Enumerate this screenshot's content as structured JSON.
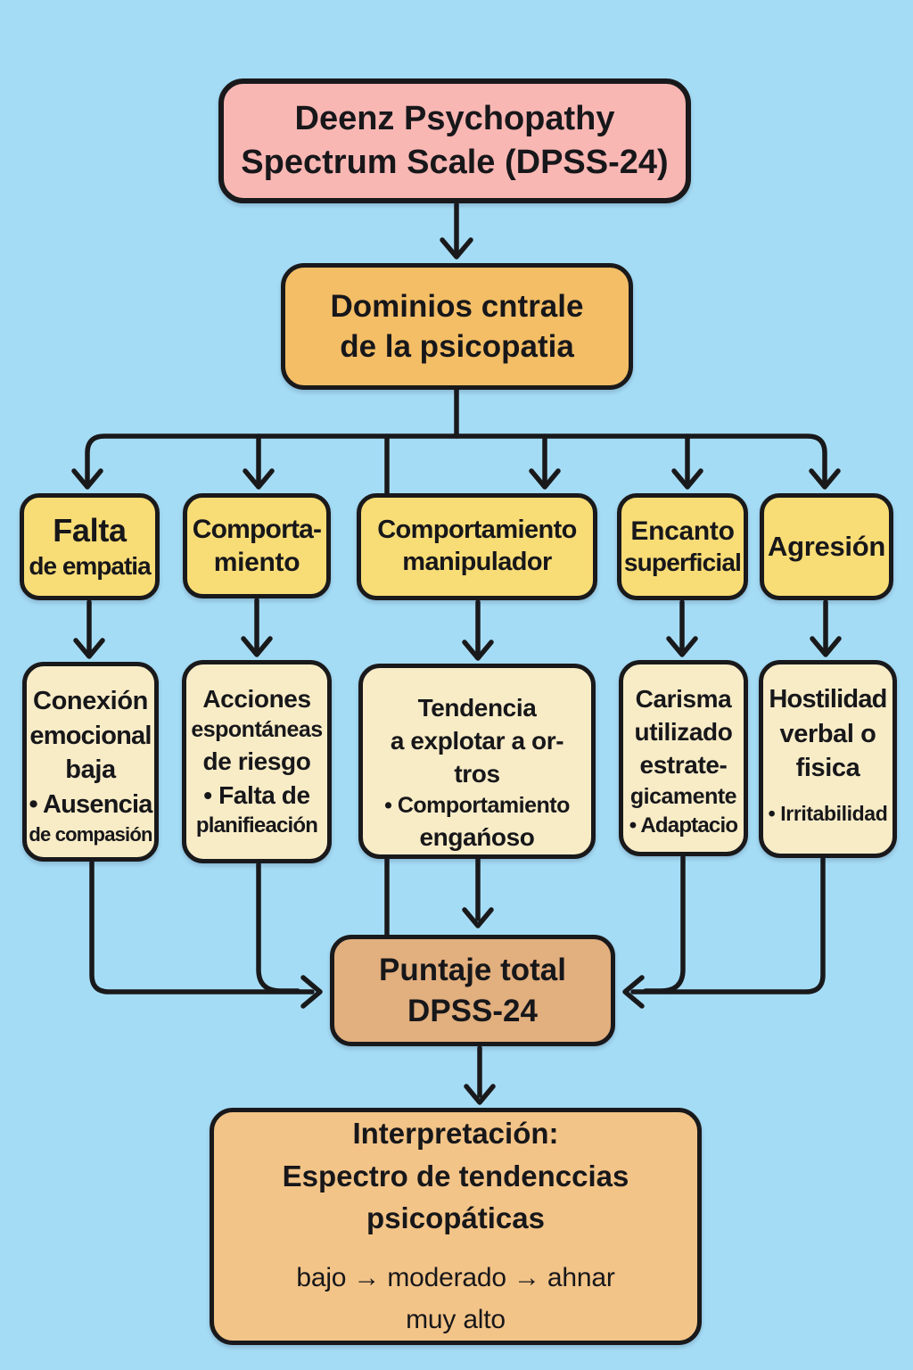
{
  "colors": {
    "bg": "#A5DCF5",
    "line": "#19191B",
    "text": "#17171A",
    "title-bg": "#F9B7B4",
    "root-bg": "#F4BE66",
    "domain-bg": "#F8DC76",
    "detail-bg": "#F8ECC7",
    "total-bg": "#E2AF7E",
    "interp-bg": "#F3C488"
  },
  "title": {
    "lines": [
      "Deenz Psychopathy",
      "Spectrum Scale (DPSS-24)"
    ]
  },
  "root": {
    "lines": [
      "Dominios cntrale",
      "de la psicopatia"
    ]
  },
  "domains": [
    {
      "name": "falta-de-empatia",
      "title_lines": [
        "Falta",
        "de empatia"
      ],
      "detail_lines": [
        "Conexión",
        "emocional",
        "baja",
        "• Ausencia",
        "de compasión"
      ]
    },
    {
      "name": "comportamiento",
      "title_lines": [
        "Comporta-",
        "miento"
      ],
      "detail_lines": [
        "Acciones",
        "espontáneas",
        "de riesgo",
        "• Falta de",
        "planifieación"
      ]
    },
    {
      "name": "comportamiento-manipulador",
      "title_lines": [
        "Comportamiento",
        "manipulador"
      ],
      "detail_lines": [
        "Tendencia",
        "a explotar a or-",
        "tros",
        "• Comportamiento",
        "engańoso"
      ]
    },
    {
      "name": "encanto-superficial",
      "title_lines": [
        "Encanto",
        "superficial"
      ],
      "detail_lines": [
        "Carisma",
        "utilizado",
        "estrate-",
        "gicamente",
        "• Adaptacio"
      ]
    },
    {
      "name": "agresion",
      "title_lines": [
        "Agresión"
      ],
      "detail_lines": [
        "Hostilidad",
        "verbal o",
        "fisica",
        "• Irritabilidad"
      ]
    }
  ],
  "total": {
    "lines": [
      "Puntaje total",
      "DPSS-24"
    ]
  },
  "interpretation": {
    "heading_lines": [
      "Interpretación:",
      "Espectro de tendenccias",
      "psicopáticas"
    ],
    "scale_lines": [
      "bajo →  moderado → ahnar",
      "muy alto"
    ]
  }
}
